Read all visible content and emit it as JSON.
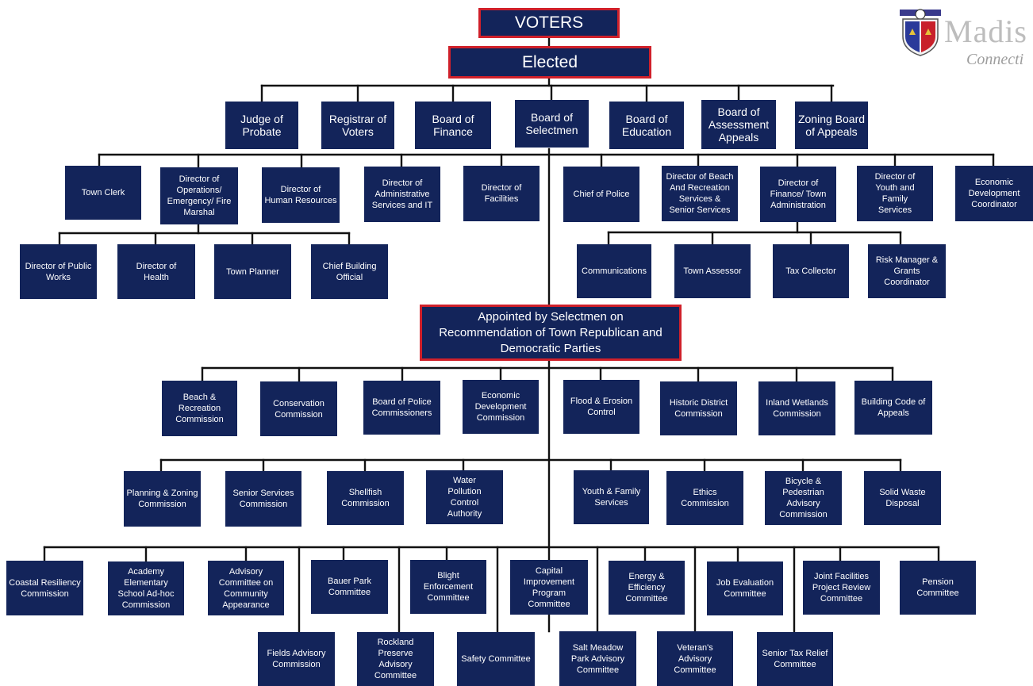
{
  "headers": {
    "voters": "VOTERS",
    "elected": "Elected",
    "appointed": "Appointed by Selectmen on\nRecommendation of Town Republican and\nDemocratic Parties"
  },
  "logo": {
    "name": "Madis",
    "subtitle": "Connecti"
  },
  "elected": [
    "Judge of\nProbate",
    "Registrar of\nVoters",
    "Board of\nFinance",
    "Board of\nSelectmen",
    "Board of\nEducation",
    "Board of\nAssessment\nAppeals",
    "Zoning Board\nof Appeals"
  ],
  "directors": [
    "Town Clerk",
    "Director of\nOperations/\nEmergency/ Fire\nMarshal",
    "Director of\nHuman Resources",
    "Director of\nAdministrative\nServices and  IT",
    "Director of\nFacilities",
    "Chief of Police",
    "Director of Beach\nAnd Recreation\nServices &\nSenior Services",
    "Director of\nFinance/ Town\nAdministration",
    "Director of\nYouth and\nFamily\nServices",
    "Economic\nDevelopment\nCoordinator"
  ],
  "operations_reports": [
    "Director of Public\nWorks",
    "Director of\nHealth",
    "Town Planner",
    "Chief Building\nOfficial"
  ],
  "finance_reports": [
    "Communications",
    "Town Assessor",
    "Tax Collector",
    "Risk Manager &\nGrants\nCoordinator"
  ],
  "commissions_row1": [
    "Beach &\nRecreation\nCommission",
    "Conservation\nCommission",
    "Board of Police\nCommissioners",
    "Economic\nDevelopment\nCommission",
    "Flood & Erosion\nControl",
    "Historic District\nCommission",
    "Inland Wetlands\nCommission",
    "Building Code of\nAppeals"
  ],
  "commissions_row2": [
    "Planning & Zoning\nCommission",
    "Senior Services\nCommission",
    "Shellfish\nCommission",
    "Water\nPollution\nControl\nAuthority",
    "Youth & Family\nServices",
    "Ethics\nCommission",
    "Bicycle &\nPedestrian\nAdvisory\nCommission",
    "Solid Waste\nDisposal"
  ],
  "committees_row1": [
    "Coastal Resiliency\nCommission",
    "Academy\nElementary\nSchool Ad-hoc\nCommission",
    "Advisory\nCommittee on\nCommunity\nAppearance",
    "Bauer Park\nCommittee",
    "Blight\nEnforcement\nCommittee",
    "Capital\nImprovement\nProgram\nCommittee",
    "Energy &\nEfficiency\nCommittee",
    "Job Evaluation\nCommittee",
    "Joint Facilities\nProject Review\nCommittee",
    "Pension\nCommittee"
  ],
  "committees_row2": [
    "Fields Advisory\nCommission",
    "Rockland\nPreserve\nAdvisory\nCommittee",
    "Safety Committee",
    "Salt Meadow\nPark Advisory\nCommittee",
    "Veteran's\nAdvisory\nCommittee",
    "Senior Tax Relief\nCommittee"
  ],
  "colors": {
    "box": "#13245a",
    "header_border": "#d0202a",
    "line": "#111111"
  }
}
